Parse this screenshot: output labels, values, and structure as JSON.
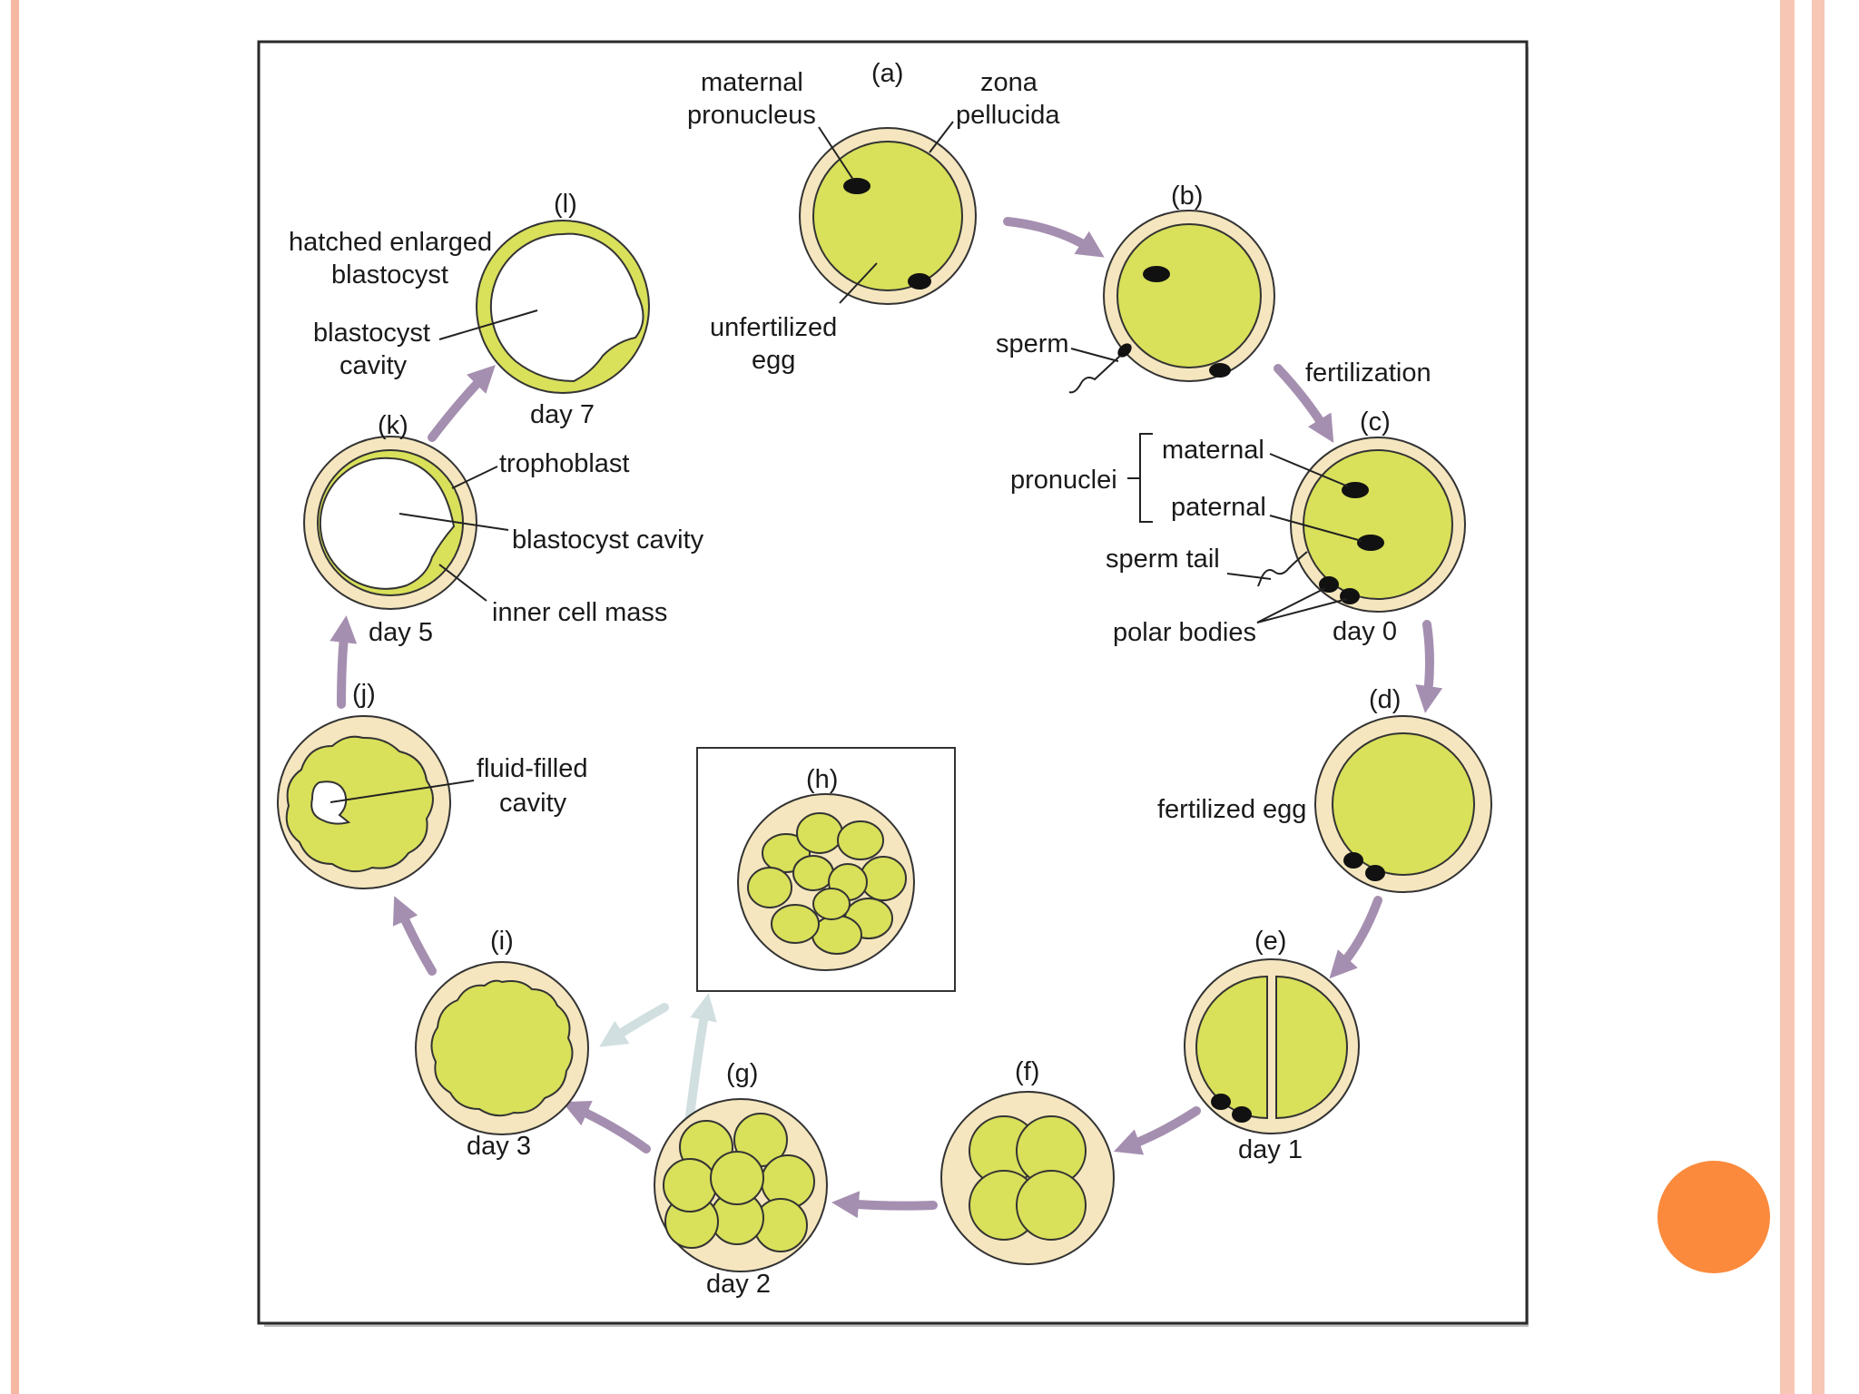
{
  "slide": {
    "accent_edge_color": "#f6b8a2",
    "accent_dot_color": "#fb8a3c"
  },
  "colors": {
    "cytoplasm": "#d9e05a",
    "zona": "#f5e6bf",
    "cavity": "#ffffff",
    "arrow": "#a58fb0",
    "arrow_faded": "#d2dfe0",
    "ink": "#111111"
  },
  "stages": {
    "a": "(a)",
    "b": "(b)",
    "c": "(c)",
    "d": "(d)",
    "e": "(e)",
    "f": "(f)",
    "g": "(g)",
    "h": "(h)",
    "i": "(i)",
    "j": "(j)",
    "k": "(k)",
    "l": "(l)"
  },
  "days": {
    "day0": "day 0",
    "day1": "day 1",
    "day2": "day 2",
    "day3": "day 3",
    "day5": "day 5",
    "day7": "day 7"
  },
  "labels": {
    "maternal_pronucleus_1": "maternal",
    "maternal_pronucleus_2": "pronucleus",
    "zona_pellucida_1": "zona",
    "zona_pellucida_2": "pellucida",
    "unfertilized_egg_1": "unfertilized",
    "unfertilized_egg_2": "egg",
    "sperm": "sperm",
    "fertilization": "fertilization",
    "pronuclei": "pronuclei",
    "maternal": "maternal",
    "paternal": "paternal",
    "sperm_tail": "sperm tail",
    "polar_bodies": "polar bodies",
    "fertilized_egg": "fertilized egg",
    "fluid_filled_cavity_1": "fluid-filled",
    "fluid_filled_cavity_2": "cavity",
    "trophoblast": "trophoblast",
    "blastocyst_cavity": "blastocyst cavity",
    "inner_cell_mass": "inner cell mass",
    "hatched_blastocyst_1": "hatched enlarged",
    "hatched_blastocyst_2": "blastocyst",
    "blastocyst_cavity_l_1": "blastocyst",
    "blastocyst_cavity_l_2": "cavity"
  }
}
